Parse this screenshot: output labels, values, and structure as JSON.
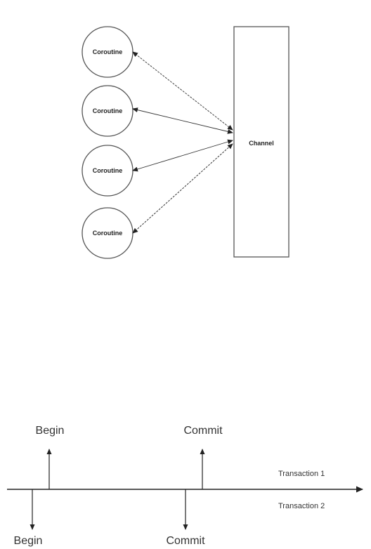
{
  "diagram": {
    "coroutines": [
      {
        "label": "Coroutine"
      },
      {
        "label": "Coroutine"
      },
      {
        "label": "Coroutine"
      },
      {
        "label": "Coroutine"
      }
    ],
    "channel": {
      "label": "Channel"
    }
  },
  "timeline": {
    "transaction_1": {
      "label": "Transaction 1",
      "begin_label": "Begin",
      "commit_label": "Commit"
    },
    "transaction_2": {
      "label": "Transaction 2",
      "begin_label": "Begin",
      "commit_label": "Commit"
    }
  },
  "colors": {
    "stroke": "#333333",
    "text": "#222222"
  }
}
